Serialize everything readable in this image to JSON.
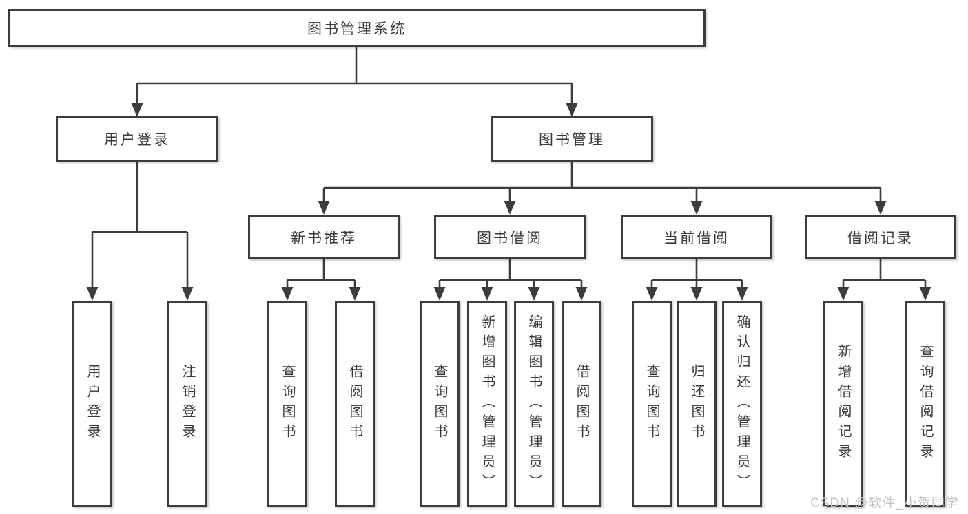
{
  "diagram": {
    "root": "图书管理系统",
    "level1": {
      "user_login": "用户登录",
      "book_mgmt": "图书管理"
    },
    "level2": {
      "new_books": "新书推荐",
      "borrow": "图书借阅",
      "current": "当前借阅",
      "records": "借阅记录"
    },
    "leaves": {
      "user_login": [
        "用户登录",
        "注销登录"
      ],
      "new_books": [
        "查询图书",
        "借阅图书"
      ],
      "borrow": [
        "查询图书",
        "新增图书（管理员）",
        "编辑图书（管理员）",
        "借阅图书"
      ],
      "current": [
        "查询图书",
        "归还图书",
        "确认归还（管理员）"
      ],
      "records": [
        "新增借阅记录",
        "查询借阅记录"
      ]
    },
    "watermark": "CSDN @软件_小贺同学",
    "colors": {
      "line": "#3c3c3c",
      "text": "#3a3a3a",
      "background": "#ffffff",
      "watermark": "#c4c4c4"
    }
  }
}
